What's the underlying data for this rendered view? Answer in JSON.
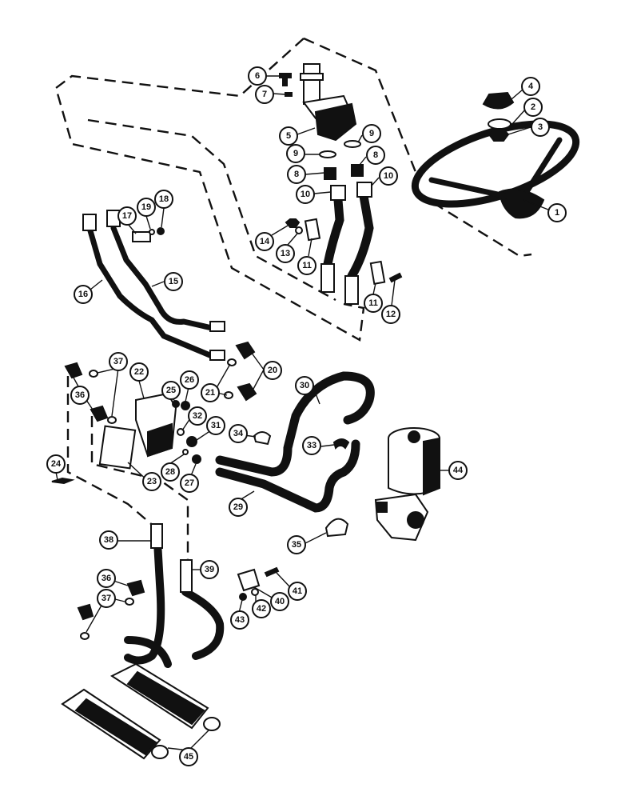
{
  "callouts": [
    {
      "id": "c1",
      "label": "1"
    },
    {
      "id": "c2",
      "label": "2"
    },
    {
      "id": "c3",
      "label": "3"
    },
    {
      "id": "c4",
      "label": "4"
    },
    {
      "id": "c5",
      "label": "5"
    },
    {
      "id": "c6",
      "label": "6"
    },
    {
      "id": "c7",
      "label": "7"
    },
    {
      "id": "c8a",
      "label": "8"
    },
    {
      "id": "c8b",
      "label": "8"
    },
    {
      "id": "c9a",
      "label": "9"
    },
    {
      "id": "c9b",
      "label": "9"
    },
    {
      "id": "c10a",
      "label": "10"
    },
    {
      "id": "c10b",
      "label": "10"
    },
    {
      "id": "c11a",
      "label": "11"
    },
    {
      "id": "c11b",
      "label": "11"
    },
    {
      "id": "c12",
      "label": "12"
    },
    {
      "id": "c13",
      "label": "13"
    },
    {
      "id": "c14",
      "label": "14"
    },
    {
      "id": "c15",
      "label": "15"
    },
    {
      "id": "c16",
      "label": "16"
    },
    {
      "id": "c17",
      "label": "17"
    },
    {
      "id": "c18",
      "label": "18"
    },
    {
      "id": "c19",
      "label": "19"
    },
    {
      "id": "c20",
      "label": "20"
    },
    {
      "id": "c21",
      "label": "21"
    },
    {
      "id": "c22",
      "label": "22"
    },
    {
      "id": "c23",
      "label": "23"
    },
    {
      "id": "c24",
      "label": "24"
    },
    {
      "id": "c25",
      "label": "25"
    },
    {
      "id": "c26",
      "label": "26"
    },
    {
      "id": "c27",
      "label": "27"
    },
    {
      "id": "c28",
      "label": "28"
    },
    {
      "id": "c29",
      "label": "29"
    },
    {
      "id": "c30",
      "label": "30"
    },
    {
      "id": "c31",
      "label": "31"
    },
    {
      "id": "c32",
      "label": "32"
    },
    {
      "id": "c33",
      "label": "33"
    },
    {
      "id": "c34",
      "label": "34"
    },
    {
      "id": "c35",
      "label": "35"
    },
    {
      "id": "c36a",
      "label": "36"
    },
    {
      "id": "c36b",
      "label": "36"
    },
    {
      "id": "c37a",
      "label": "37"
    },
    {
      "id": "c37b",
      "label": "37"
    },
    {
      "id": "c38",
      "label": "38"
    },
    {
      "id": "c39",
      "label": "39"
    },
    {
      "id": "c40",
      "label": "40"
    },
    {
      "id": "c41",
      "label": "41"
    },
    {
      "id": "c42",
      "label": "42"
    },
    {
      "id": "c43",
      "label": "43"
    },
    {
      "id": "c44",
      "label": "44"
    },
    {
      "id": "c45",
      "label": "45"
    }
  ]
}
